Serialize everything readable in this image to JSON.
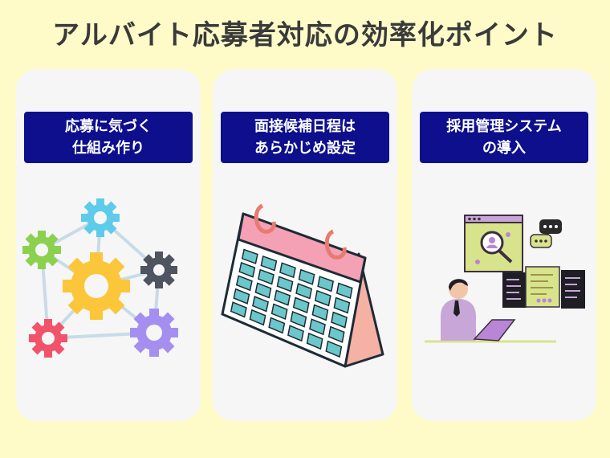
{
  "title": "アルバイト応募者対応の効率化ポイント",
  "cards": [
    {
      "line1": "応募に気づく",
      "line2": "仕組み作り",
      "icon": "gear-network-icon"
    },
    {
      "line1": "面接候補日程は",
      "line2": "あらかじめ設定",
      "icon": "calendar-icon"
    },
    {
      "line1": "採用管理システム",
      "line2": "の導入",
      "icon": "recruitment-system-icon"
    }
  ],
  "colors": {
    "background": "#fefbc9",
    "card": "#f6f6f6",
    "label_bg": "#0d0f8c",
    "title_text": "#3a3a3a"
  }
}
